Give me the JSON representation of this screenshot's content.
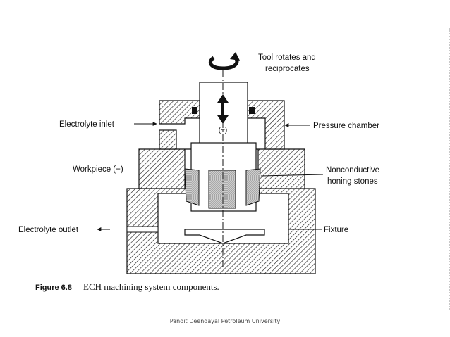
{
  "labels": {
    "tool": "Tool rotates and",
    "tool_line2": "reciprocates",
    "electrolyte_inlet": "Electrolyte inlet",
    "pressure_chamber": "Pressure chamber",
    "workpiece": "Workpiece (+)",
    "honing_line1": "Nonconductive",
    "honing_line2": "honing stones",
    "electrolyte_outlet": "Electrolyte outlet",
    "fixture": "Fixture",
    "tool_polarity": "(−)"
  },
  "caption": {
    "figure_label": "Figure 6.8",
    "text": "ECH machining system components."
  },
  "footer": "Pandit Deendayal Petroleum University"
}
